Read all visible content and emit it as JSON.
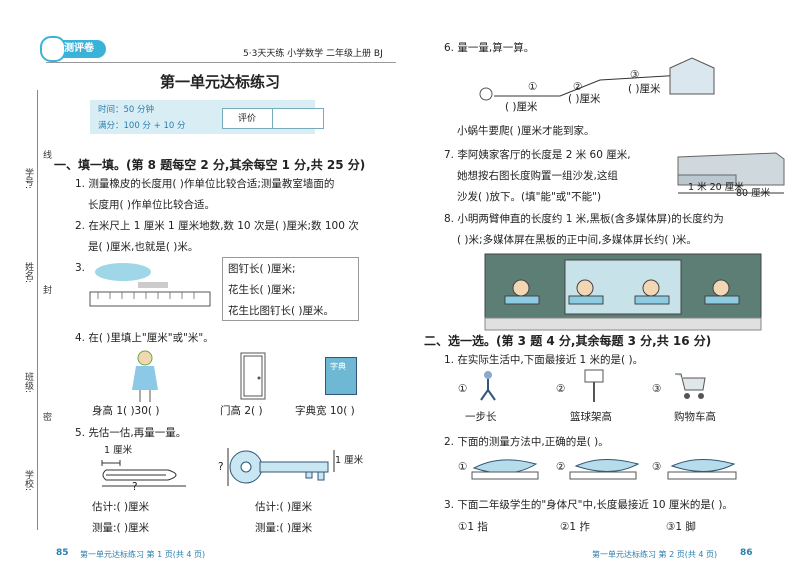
{
  "header": {
    "badge": "测评卷",
    "series": "5·3天天练  小学数学  二年级上册  BJ"
  },
  "title": "第一单元达标练习",
  "info": {
    "time": "时间：50 分钟",
    "score": "满分：100 分 + 10 分",
    "eval": "评价"
  },
  "side": {
    "xuehao": "学号:",
    "xian": "线",
    "xingming": "姓名:",
    "feng": "封",
    "banji": "班级:",
    "mi": "密",
    "xuexiao": "学校:"
  },
  "s1": {
    "head": "一、填一填。(第 8 题每空 2 分,其余每空 1 分,共 25 分)",
    "q1a": "1. 测量橡皮的长度用(        )作单位比较合适;测量教室墙面的",
    "q1b": "长度用(        )作单位比较合适。",
    "q2a": "2. 在米尺上 1 厘米 1 厘米地数,数 10 次是(        )厘米;数 100 次",
    "q2b": "是(        )厘米,也就是(        )米。",
    "q3": "3.",
    "q3l1": "图钉长(        )厘米;",
    "q3l2": "花生长(        )厘米;",
    "q3l3": "花生比图钉长(        )厘米。",
    "q4": "4. 在(        )里填上\"厘米\"或\"米\"。",
    "q4i1": "身高 1(      )30(      )",
    "q4i2": "门高 2(      )",
    "q4i3": "字典宽 10(      )",
    "dict": "字典",
    "q5": "5. 先估一估,再量一量。",
    "cm1": "1 厘米",
    "cm2": "1 厘米",
    "qm1": "?",
    "qm2": "?",
    "est1": "估计:(        )厘米",
    "mea1": "测量:(        )厘米",
    "est2": "估计:(        )厘米",
    "mea2": "测量:(        )厘米"
  },
  "right": {
    "q6": "6. 量一量,算一算。",
    "n1": "①",
    "n2": "②",
    "n3": "③",
    "u1": "(        )厘米",
    "u2": "(        )厘米",
    "u3": "(        )厘米",
    "q6s": "小蜗牛要爬(        )厘米才能到家。",
    "q7a": "7. 李阿姨家客厅的长度是 2 米 60 厘米,",
    "q7b": "她想按右图长度购置一组沙发,这组",
    "q7c": "沙发(        )放下。(填\"能\"或\"不能\")",
    "sofa1": "1 米 20 厘米",
    "sofa2": "80 厘米",
    "q8a": "8. 小明两臂伸直的长度约 1 米,黑板(含多媒体屏)的长度约为",
    "q8b": "(        )米;多媒体屏在黑板的正中间,多媒体屏长约(        )米。"
  },
  "s2": {
    "head": "二、选一选。(第 3 题 4 分,其余每题 3 分,共 16 分)",
    "q1": "1. 在实际生活中,下面最接近 1 米的是(      )。",
    "o1": "①",
    "o2": "②",
    "o3": "③",
    "c1": "一步长",
    "c2": "篮球架高",
    "c3": "购物车高",
    "q2": "2. 下面的测量方法中,正确的是(      )。",
    "p1": "①",
    "p2": "②",
    "p3": "③",
    "q3": "3. 下面二年级学生的\"身体尺\"中,长度最接近 10 厘米的是(      )。",
    "a1": "①1 指",
    "a2": "②1 拃",
    "a3": "③1 脚"
  },
  "footer": {
    "p1": "85",
    "f1": "第一单元达标练习  第 1 页(共 4 页)",
    "f2": "第一单元达标练习  第 2 页(共 4 页)",
    "p2": "86"
  },
  "colors": {
    "accent": "#2a9fc7",
    "infobg": "#d9edf5",
    "badge": "#3ab3d9"
  }
}
